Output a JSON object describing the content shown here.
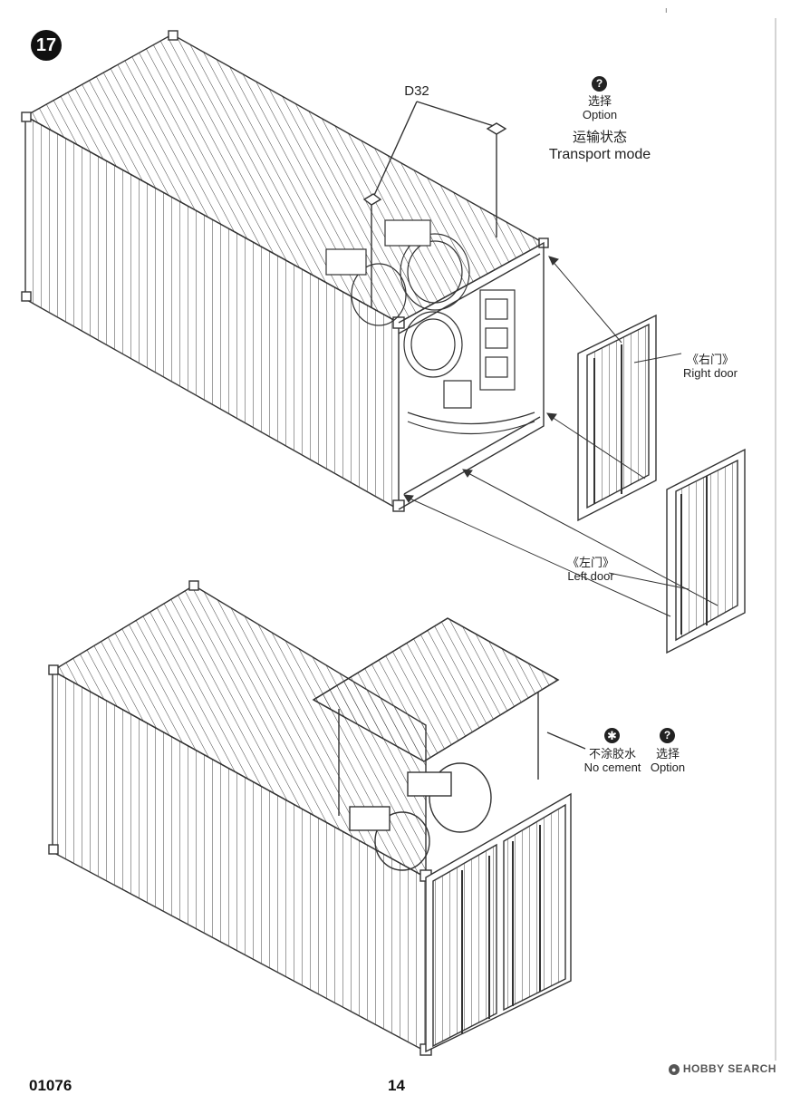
{
  "step": {
    "number": "17"
  },
  "part": {
    "label": "D32"
  },
  "option_top": {
    "cn": "选择",
    "en": "Option"
  },
  "transport": {
    "cn": "运输状态",
    "en": "Transport mode"
  },
  "right_door": {
    "cn": "《右门》",
    "en": "Right door"
  },
  "left_door": {
    "cn": "《左门》",
    "en": "Left door"
  },
  "no_cement": {
    "cn": "不涂胶水",
    "en": "No cement"
  },
  "option_bottom": {
    "cn": "选择",
    "en": "Option"
  },
  "footer": {
    "kit_number": "01076",
    "page": "14"
  },
  "watermark": {
    "text": "HOBBY SEARCH"
  },
  "icons": {
    "option": "question-mark-circle-icon",
    "no_cement": "no-cement-icon"
  }
}
